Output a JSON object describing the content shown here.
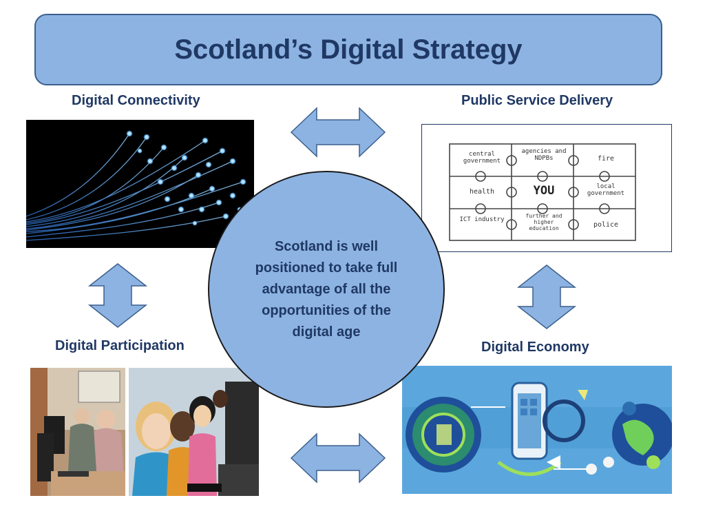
{
  "title": "Scotland’s Digital Strategy",
  "labels": {
    "connectivity": "Digital Connectivity",
    "public_service": "Public Service Delivery",
    "participation": "Digital Participation",
    "economy": "Digital Economy"
  },
  "center_text": "Scotland is well positioned to take full advantage of all the opportunities of the digital age",
  "puzzle": {
    "pieces": [
      "central government",
      "agencies and NDPBs",
      "fire",
      "health",
      "YOU",
      "local government",
      "ICT industry",
      "further and higher education",
      "police"
    ]
  },
  "colors": {
    "title_fill": "#8db3e2",
    "title_border": "#3b5f8c",
    "text_dark_blue": "#1f3864",
    "arrow_fill": "#8db3e2",
    "arrow_stroke": "#3b5f8c"
  }
}
